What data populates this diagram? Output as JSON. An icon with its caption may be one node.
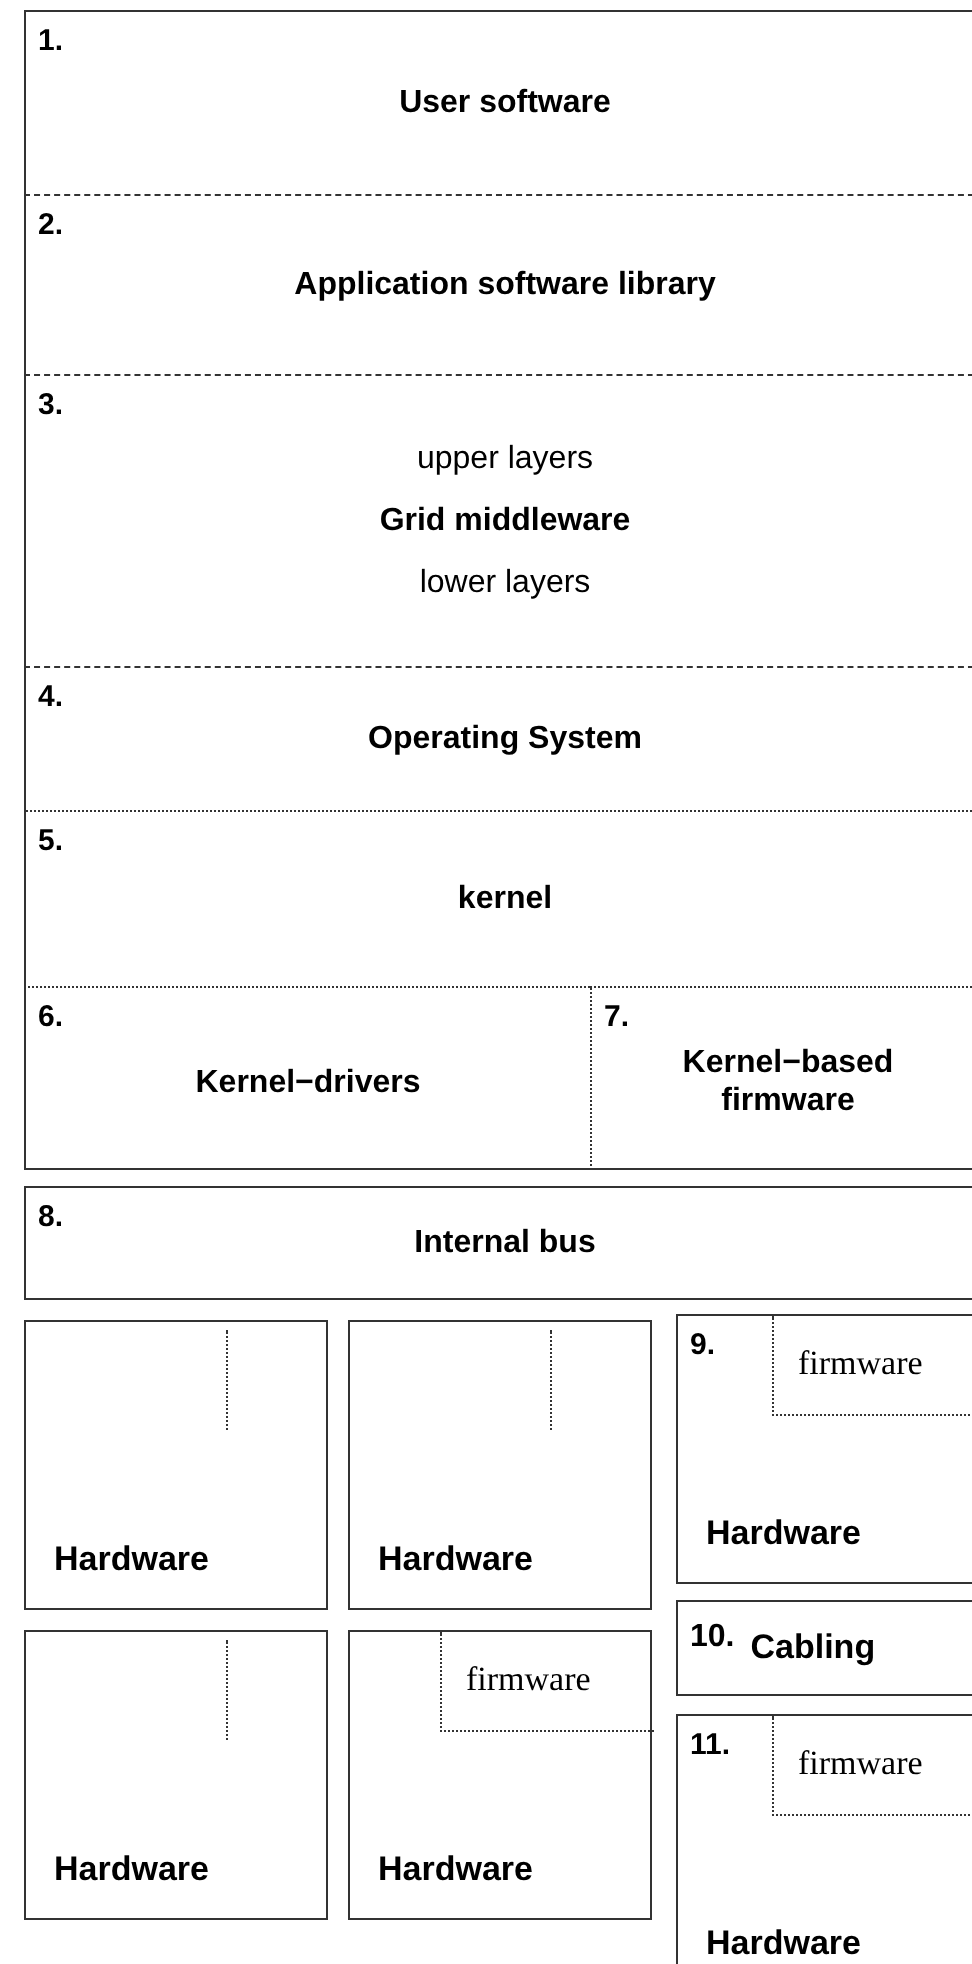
{
  "diagram": {
    "nodes": [
      {
        "text": [
          "1.",
          "User software"
        ]
      },
      {
        "text": [
          "2.",
          "Application software library"
        ]
      },
      {
        "text": [
          "3.",
          "upper layers",
          "Grid middleware",
          "lower layers"
        ]
      },
      {
        "text": [
          "4.",
          "Operating System"
        ]
      },
      {
        "text": [
          "5.",
          "kernel"
        ]
      },
      {
        "text": [
          "6.",
          "Kernel−drivers"
        ]
      },
      {
        "text": [
          "7.",
          "Kernel−based firmware"
        ]
      },
      {
        "text": [
          "8.",
          "Internal bus"
        ]
      },
      {
        "text": [
          "Hardware"
        ]
      },
      {
        "text": [
          "Hardware"
        ]
      },
      {
        "text": [
          "Hardware"
        ]
      },
      {
        "text": [
          "Hardware"
        ]
      },
      {
        "text": [
          "firmware"
        ],
        "in": 11
      },
      {
        "text": [
          "9.",
          "Hardware"
        ]
      },
      {
        "text": [
          "firmware"
        ],
        "in": 13
      },
      {
        "text": [
          "10.",
          "Cabling"
        ]
      },
      {
        "text": [
          "11.",
          "Hardware"
        ]
      },
      {
        "text": [
          "firmware"
        ],
        "in": 16
      }
    ]
  }
}
